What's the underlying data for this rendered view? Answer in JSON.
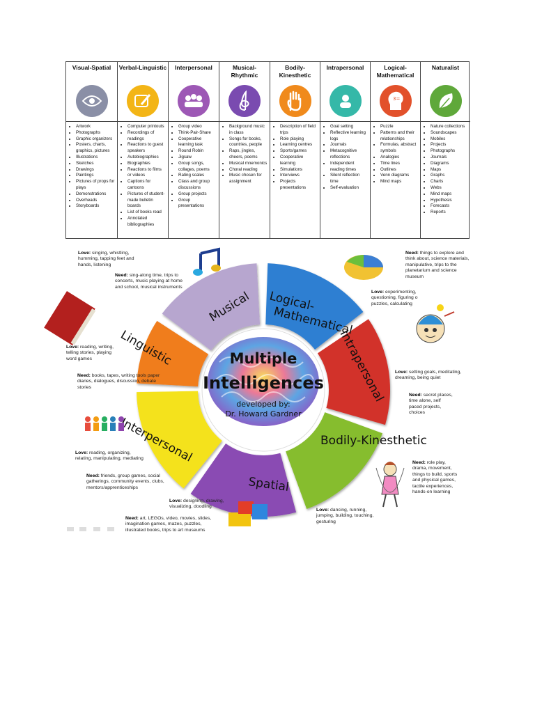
{
  "table": {
    "columns": [
      {
        "title": "Visual-Spatial",
        "icon": "eye-icon",
        "color": "#8a8fa6",
        "items": [
          "Artwork",
          "Photographs",
          "Graphic organizers",
          "Posters, charts, graphics, pictures",
          "Illustrations",
          "Sketches",
          "Drawings",
          "Paintings",
          "Pictures of props for plays",
          "Demonstrations",
          "Overheads",
          "Storyboards"
        ]
      },
      {
        "title": "Verbal-Linguistic",
        "icon": "writing-icon",
        "color": "#f3b516",
        "items": [
          "Computer printouts",
          "Recordings of readings",
          "Reactions to guest speakers",
          "Autobiographies",
          "Biographies",
          "Reactions to films or videos",
          "Captions for cartoons",
          "Pictures of student-made bulletin boards",
          "List of books read",
          "Annotated bibliographies"
        ]
      },
      {
        "title": "Interpersonal",
        "icon": "group-icon",
        "color": "#9d58b5",
        "items": [
          "Group video",
          "Think-Pair-Share",
          "Cooperative learning task",
          "Round Robin",
          "Jigsaw",
          "Group songs, collages, poems",
          "Rating scales",
          "Class and group discussions",
          "Group projects",
          "Group presentations"
        ]
      },
      {
        "title": "Musical-Rhythmic",
        "icon": "treble-clef-icon",
        "color": "#7a4bb0",
        "items": [
          "Background music in class",
          "Songs for books, countries, people",
          "Raps, jingles, cheers, poems",
          "Musical mnemonics",
          "Choral reading",
          "Music chosen for assignment"
        ]
      },
      {
        "title": "Bodily-Kinesthetic",
        "icon": "hand-icon",
        "color": "#f08a1c",
        "items": [
          "Description of field trips",
          "Role playing",
          "Learning centres",
          "Sports/games",
          "Cooperative learning",
          "Simulations",
          "Interviews",
          "Projects presentations"
        ]
      },
      {
        "title": "Intrapersonal",
        "icon": "person-icon",
        "color": "#35b8a8",
        "items": [
          "Goal setting",
          "Reflective learning logs",
          "Journals",
          "Metacognitive reflections",
          "Independent reading times",
          "Silent reflection time",
          "Self-evaluation"
        ]
      },
      {
        "title": "Logical-Mathematical",
        "icon": "head-numbers-icon",
        "color": "#e2512b",
        "items": [
          "Puzzle",
          "Patterns and their relationships",
          "Formulas, abstract symbols",
          "Analogies",
          "Time lines",
          "Outlines",
          "Venn diagrams",
          "Mind maps"
        ]
      },
      {
        "title": "Naturalist",
        "icon": "leaf-icon",
        "color": "#5fa83a",
        "items": [
          "Nature collections",
          "Soundscapes",
          "Mobiles",
          "Projects",
          "Photographs",
          "Journals",
          "Diagrams",
          "Maps",
          "Graphs",
          "Charts",
          "Webs",
          "Mind maps",
          "Hypothesis",
          "Forecasts",
          "Reports"
        ]
      }
    ]
  },
  "wheel": {
    "center_title_1": "Multiple",
    "center_title_2": "Intelligences",
    "developer_1": "developed by:",
    "developer_2": "Dr. Howard Gardner",
    "segments": [
      {
        "label": "Musical",
        "color": "#b7a6cf"
      },
      {
        "label": "Logical-",
        "label2": "Mathematical",
        "color": "#2f7fd2"
      },
      {
        "label": "Intrapersonal",
        "color": "#d2302c"
      },
      {
        "label": "Bodily-Kinesthetic",
        "color": "#86bd2f"
      },
      {
        "label": "Spatial",
        "color": "#8a4bb3"
      },
      {
        "label": "Interpersonal",
        "color": "#f4e21a"
      },
      {
        "label": "Linguistic",
        "color": "#f07d1d"
      }
    ]
  },
  "notes": {
    "musical_love": "Love: singing, whistling, humming, tapping feet and hands, listening",
    "musical_need": "Need: sing-along time, trips to concerts, music playing at home and school, musical instruments",
    "logical_need": "Need: things to explore and think about, science materials, manipulative, trips to the planetarium and science museum",
    "logical_love": "Love: experimenting, questioning, figuring o puzzles, calculating",
    "linguistic_love": "Love: reading, writing, telling stories, playing word games",
    "linguistic_need": "Need: books, tapes, writing tools paper diaries, dialogues, discussion, debate stories",
    "intra_love": "Love: setting goals, meditating, dreaming, being quiet",
    "intra_need": "Need: secret places, time alone, self paced projects, choices",
    "inter_love": "Love: reading, organizing, relating, manipulating, mediating",
    "inter_need": "Need: friends, group games, social gatherings, community events, clubs, mentors/apprenticeships",
    "bodily_need": "Need: role play, drama, movement, things to build, sports and physical games, tactile experiences, hands-on learning",
    "spatial_love": "Love: designing, drawing, visualizing, doodling",
    "spatial_need": "Need: art, LEGOs, video, movies, slides, imagination games, mazes, puzzles, illustrated books, trips to art museums",
    "bodily_love": "Love: dancing, running, jumping, building, touching, gesturing"
  }
}
